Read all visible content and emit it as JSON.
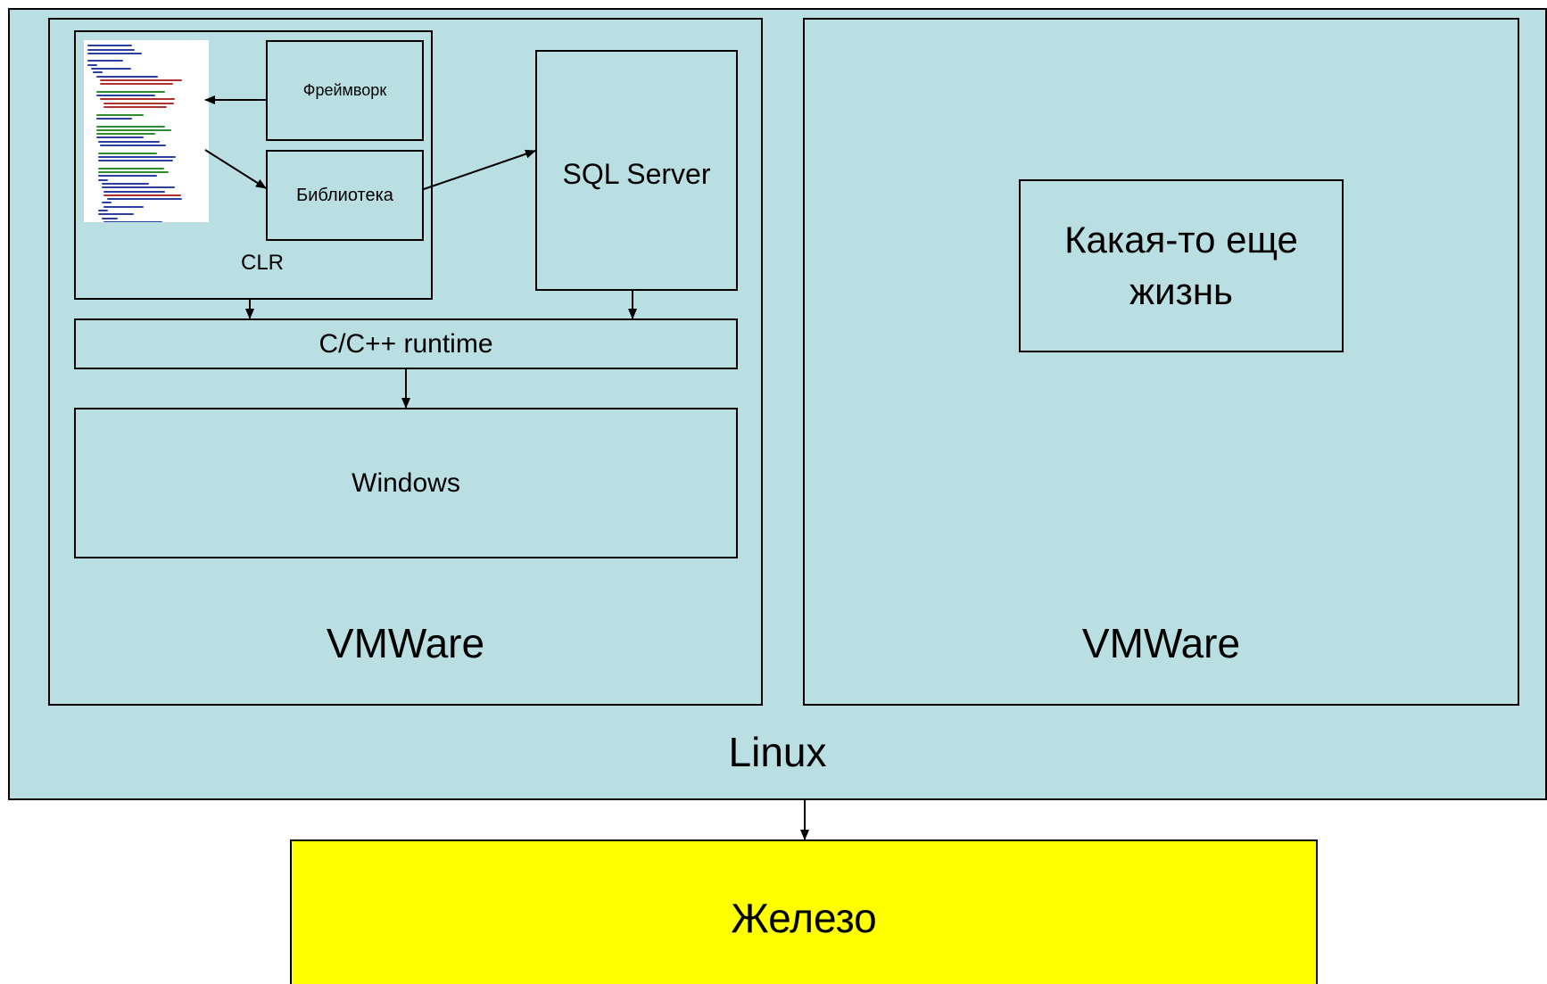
{
  "diagram": {
    "linux_label": "Linux",
    "vm_left_label": "VMWare",
    "vm_right_label": "VMWare",
    "clr_label": "CLR",
    "framework_label": "Фреймворк",
    "library_label": "Библиотека",
    "sql_server_label": "SQL Server",
    "runtime_label": "C/C++ runtime",
    "windows_label": "Windows",
    "other_life_label": "Какая-то еще жизнь",
    "hardware_label": "Железо"
  },
  "colors": {
    "container_fill": "#b9dfe2",
    "hardware_fill": "#ffff00",
    "border": "#000000"
  },
  "icons": {
    "code_thumbnail": "code-listing-icon"
  }
}
